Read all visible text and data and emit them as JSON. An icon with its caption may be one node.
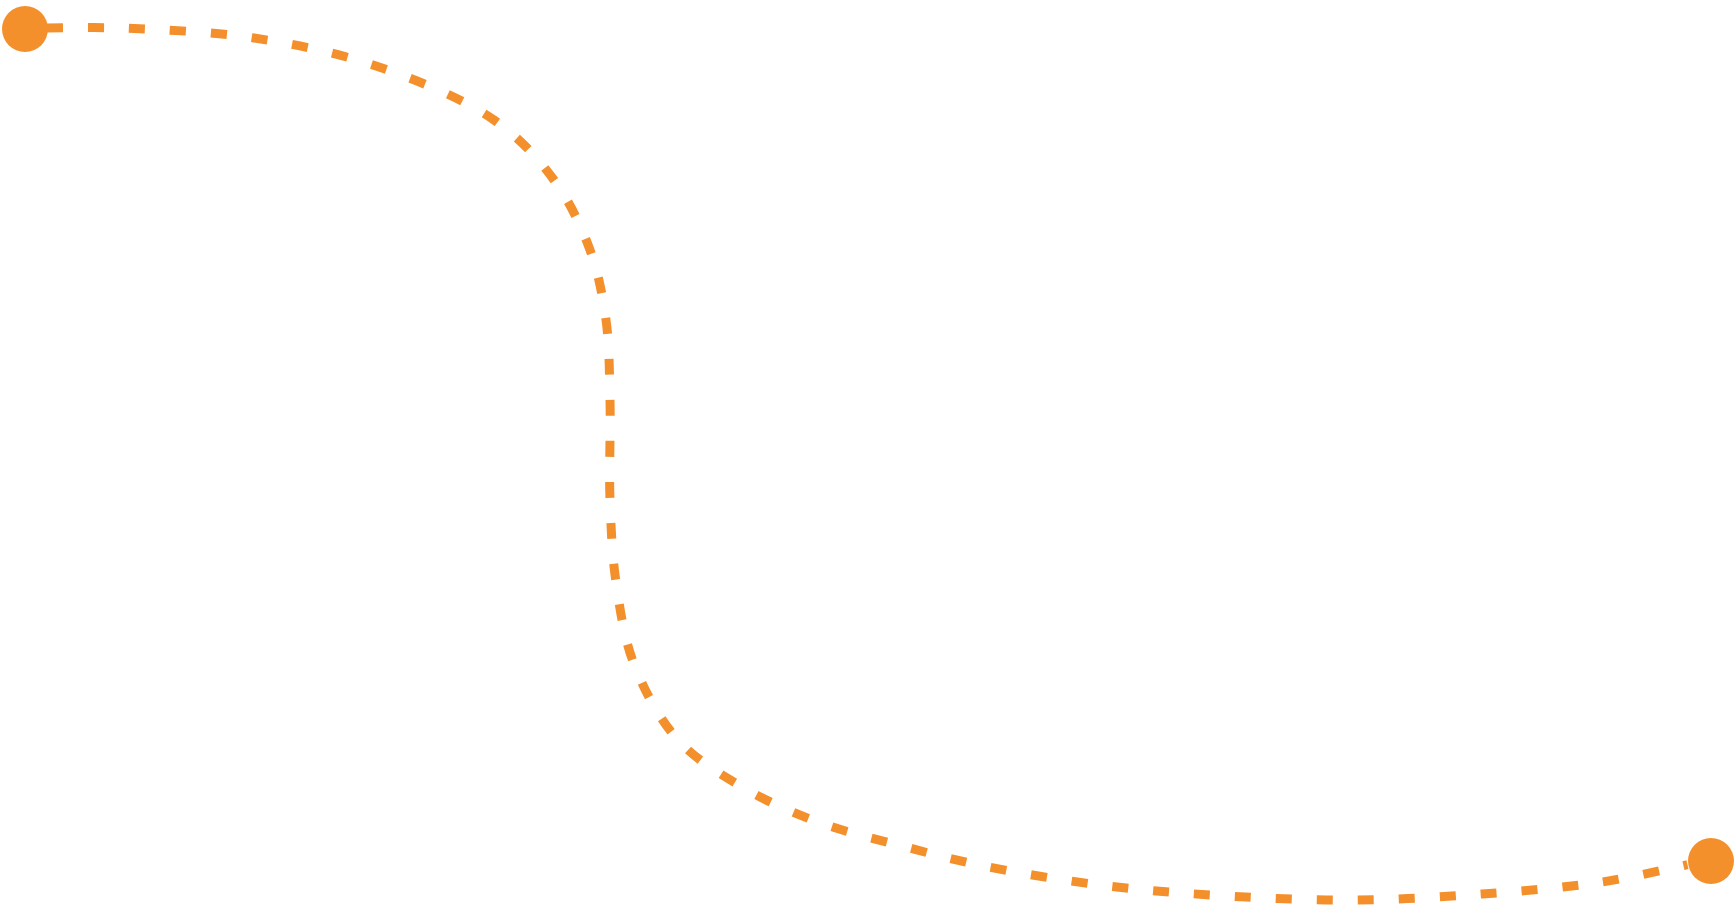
{
  "diagram": {
    "nodes": [
      {
        "text": [],
        "shape": "circle"
      },
      {
        "text": [],
        "shape": "circle"
      }
    ],
    "edges": [
      {
        "from": 0,
        "to": 1,
        "arrow": "none",
        "style": "dashed",
        "color": "#f3902c"
      }
    ]
  }
}
